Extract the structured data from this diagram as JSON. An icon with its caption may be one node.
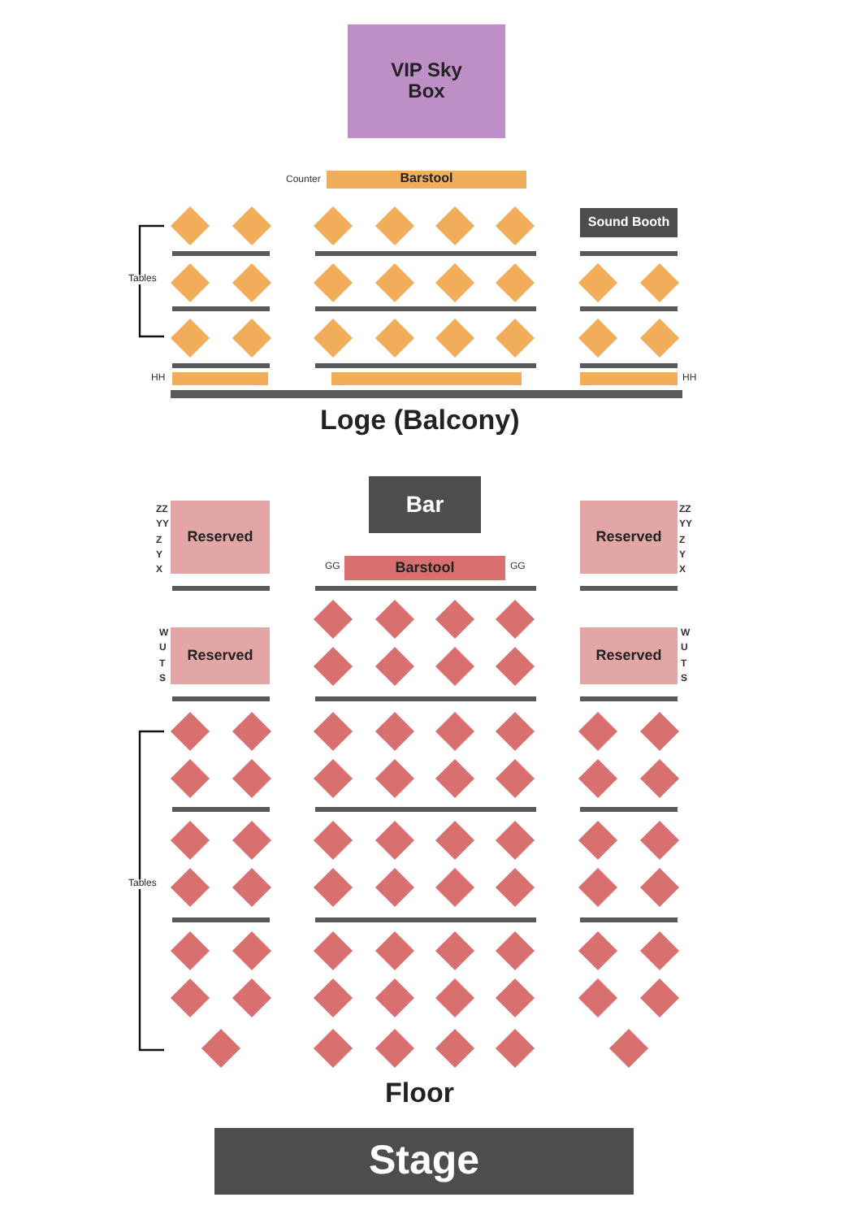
{
  "diagram": {
    "nodes": [
      {
        "text": [
          "VIP Sky Box"
        ]
      },
      {
        "text": [
          "Barstool"
        ],
        "beside": [
          "Counter"
        ]
      },
      {
        "text": [
          "Sound Booth"
        ]
      },
      {
        "text": [],
        "shape": "bar",
        "beside": [
          "HH"
        ]
      },
      {
        "text": [],
        "shape": "bar"
      },
      {
        "text": [],
        "shape": "bar",
        "beside": [
          "HH"
        ]
      },
      {
        "text": [
          "Bar"
        ]
      },
      {
        "text": [
          "Reserved"
        ],
        "beside": [
          "ZZ",
          "YY",
          "Z",
          "Y",
          "X"
        ]
      },
      {
        "text": [
          "Barstool"
        ],
        "beside": [
          "GG",
          "GG"
        ]
      },
      {
        "text": [
          "Reserved"
        ],
        "beside": [
          "ZZ",
          "YY",
          "Z",
          "Y",
          "X"
        ]
      },
      {
        "text": [
          "Reserved"
        ],
        "beside": [
          "W",
          "U",
          "T",
          "S"
        ]
      },
      {
        "text": [
          "Reserved"
        ],
        "beside": [
          "W",
          "U",
          "T",
          "S"
        ]
      },
      {
        "text": [
          "Stage"
        ]
      }
    ],
    "labels": [
      "Tables",
      "Loge (Balcony)",
      "Tables",
      "Floor"
    ]
  }
}
